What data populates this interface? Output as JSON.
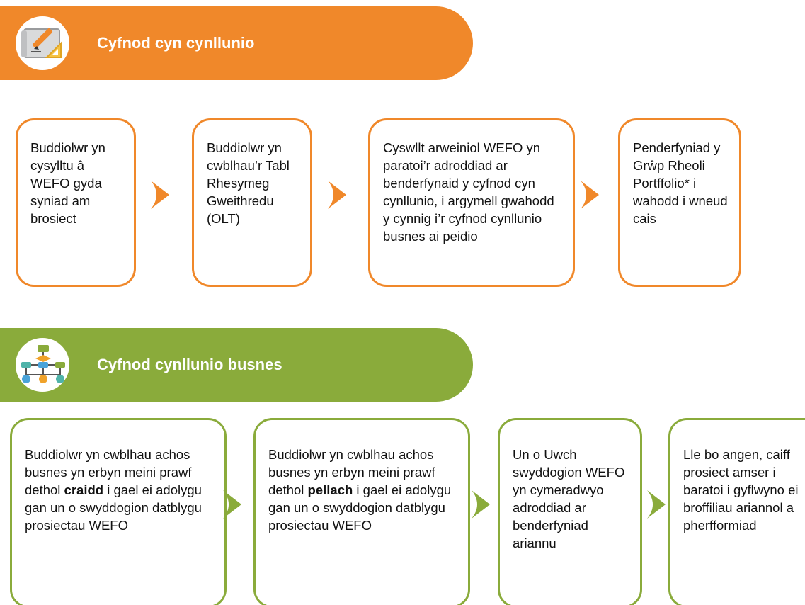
{
  "phases": [
    {
      "title": "Cyfnod cyn cynllunio",
      "icon": "planning-drawing-icon",
      "color": "#f0882a",
      "steps": [
        {
          "text": "Buddiolwr yn cysylltu â WEFO gyda syniad am brosiect"
        },
        {
          "text": "Buddiolwr yn cwblhau’r Tabl Rhesymeg Gweithredu (OLT)"
        },
        {
          "text": "Cyswllt arweiniol WEFO yn paratoi’r adroddiad ar benderfynaid y cyfnod cyn cynllunio, i argymell gwahodd y cynnig i’r cyfnod cynllunio busnes ai peidio"
        },
        {
          "text": "Penderfyniad y Grŵp Rheoli Portffolio* i wahodd i wneud cais"
        }
      ]
    },
    {
      "title": "Cyfnod cynllunio busnes",
      "icon": "flowchart-icon",
      "color": "#8aab3b",
      "steps": [
        {
          "before": "Buddiolwr yn cwblhau achos busnes yn erbyn meini prawf dethol ",
          "bold": "craidd",
          "after": " i gael ei adolygu gan un o swyddogion datblygu prosiectau WEFO"
        },
        {
          "before": "Buddiolwr yn cwblhau achos busnes yn erbyn meini prawf dethol ",
          "bold": "pellach",
          "after": " i gael ei adolygu gan un o swyddogion datblygu prosiectau WEFO"
        },
        {
          "text": "Un o Uwch swyddogion WEFO yn cymeradwyo adroddiad ar benderfyniad ariannu"
        },
        {
          "text": "Lle bo angen, caiff prosiect amser i baratoi i gyflwyno ei broffiliau ariannol a pherfformiad"
        }
      ]
    }
  ]
}
